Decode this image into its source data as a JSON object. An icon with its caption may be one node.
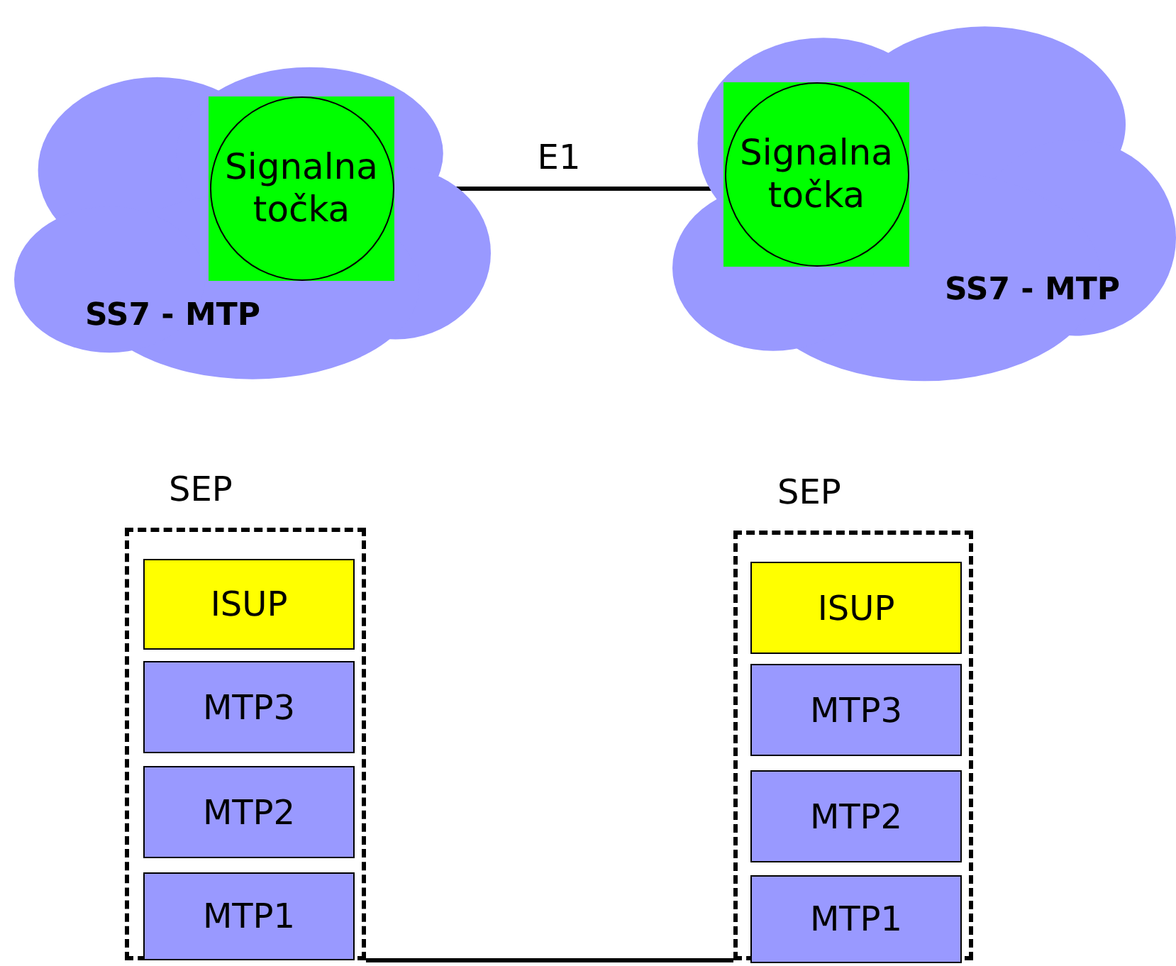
{
  "diagram": {
    "nodes": [
      {
        "text": [
          "SS7 - MTP"
        ]
      },
      {
        "text": [
          "Signalna točka"
        ],
        "in": 0
      },
      {
        "text": [
          "SS7 - MTP"
        ]
      },
      {
        "text": [
          "Signalna točka"
        ],
        "in": 2
      },
      {
        "text": [
          "SEP"
        ]
      },
      {
        "text": [
          "ISUP"
        ],
        "in": 4
      },
      {
        "text": [
          "MTP3"
        ],
        "in": 4
      },
      {
        "text": [
          "MTP2"
        ],
        "in": 4
      },
      {
        "text": [
          "MTP1"
        ],
        "in": 4
      },
      {
        "text": [
          "SEP"
        ]
      },
      {
        "text": [
          "ISUP"
        ],
        "in": 9
      },
      {
        "text": [
          "MTP3"
        ],
        "in": 9
      },
      {
        "text": [
          "MTP2"
        ],
        "in": 9
      },
      {
        "text": [
          "MTP1"
        ],
        "in": 9
      }
    ],
    "edges": [
      {
        "from": 1,
        "to": 3,
        "arrow": "none",
        "label": "E1"
      },
      {
        "from": 4,
        "to": 9,
        "arrow": "none"
      }
    ]
  }
}
